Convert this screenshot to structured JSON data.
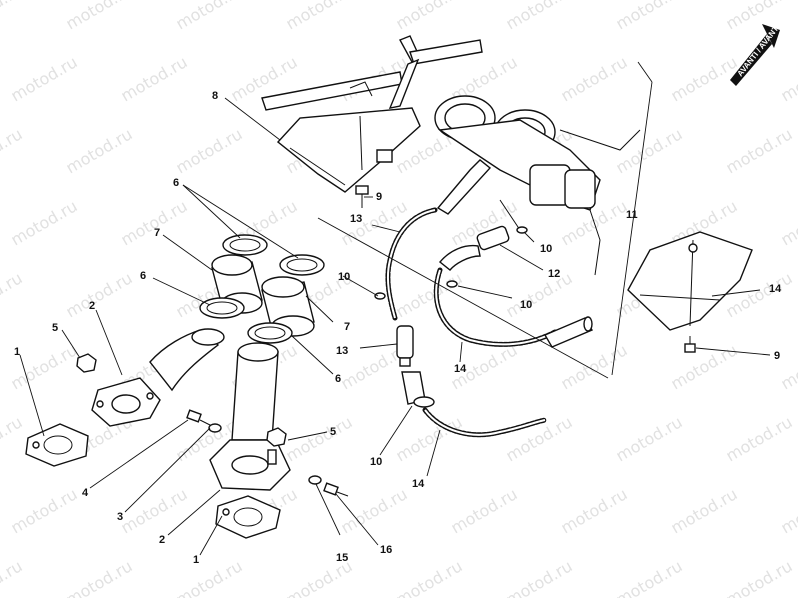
{
  "watermark": {
    "text": "motod.ru"
  },
  "direction_arrow": {
    "label": "AVANTI / AVANT / VORNE / FORWARD"
  },
  "callouts": [
    {
      "id": "c1a",
      "text": "1"
    },
    {
      "id": "c1b",
      "text": "1"
    },
    {
      "id": "c2a",
      "text": "2"
    },
    {
      "id": "c2b",
      "text": "2"
    },
    {
      "id": "c3",
      "text": "3"
    },
    {
      "id": "c4",
      "text": "4"
    },
    {
      "id": "c5a",
      "text": "5"
    },
    {
      "id": "c5b",
      "text": "5"
    },
    {
      "id": "c6a",
      "text": "6"
    },
    {
      "id": "c6b",
      "text": "6"
    },
    {
      "id": "c6c",
      "text": "6"
    },
    {
      "id": "c7a",
      "text": "7"
    },
    {
      "id": "c7b",
      "text": "7"
    },
    {
      "id": "c8",
      "text": "8"
    },
    {
      "id": "c9a",
      "text": "9"
    },
    {
      "id": "c9b",
      "text": "9"
    },
    {
      "id": "c10a",
      "text": "10"
    },
    {
      "id": "c10b",
      "text": "10"
    },
    {
      "id": "c10c",
      "text": "10"
    },
    {
      "id": "c10d",
      "text": "10"
    },
    {
      "id": "c11",
      "text": "11"
    },
    {
      "id": "c12",
      "text": "12"
    },
    {
      "id": "c13a",
      "text": "13"
    },
    {
      "id": "c13b",
      "text": "13"
    },
    {
      "id": "c14a",
      "text": "14"
    },
    {
      "id": "c14b",
      "text": "14"
    },
    {
      "id": "c14c",
      "text": "14"
    },
    {
      "id": "c15",
      "text": "15"
    },
    {
      "id": "c16",
      "text": "16"
    }
  ]
}
